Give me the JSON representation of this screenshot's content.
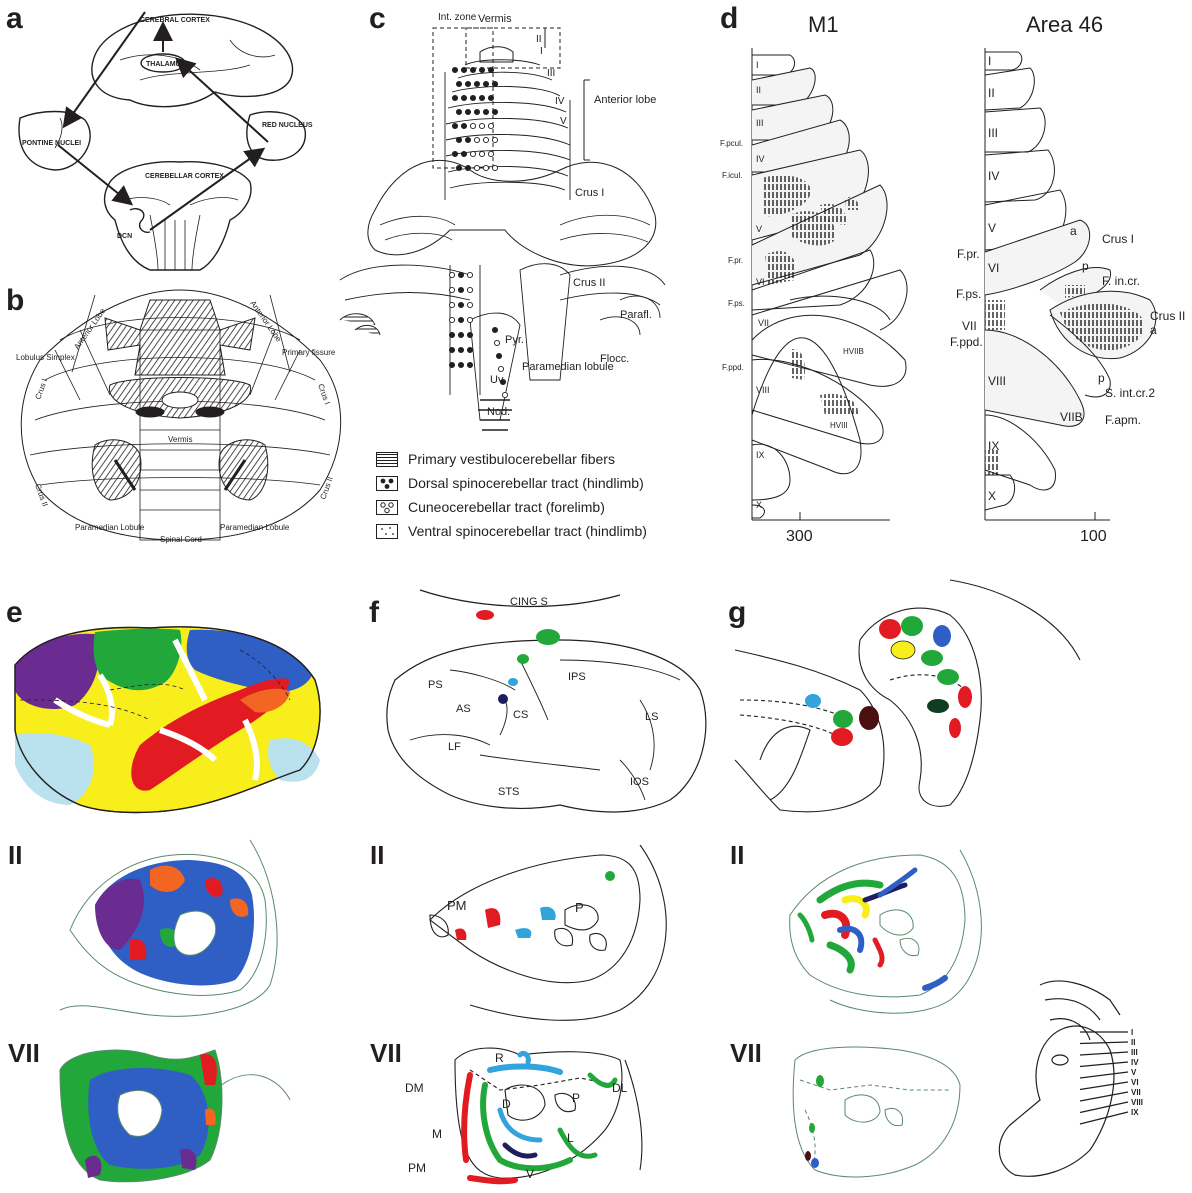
{
  "panel_letters": [
    "a",
    "b",
    "c",
    "d",
    "e",
    "f",
    "g"
  ],
  "row_labels": {
    "f_II": "II",
    "f_VII": "VII",
    "e_II": "II",
    "e_VII": "VII",
    "g_II": "II",
    "g_VII": "VII"
  },
  "panel_a": {
    "cortex": "CEREBRAL CORTEX",
    "thalamus": "THALAMUS",
    "pontine": "PONTINE NUCLEI",
    "red": "RED NUCLEUS",
    "cerebellar": "CEREBELLAR CORTEX",
    "dcn": "DCN"
  },
  "panel_b": {
    "anterior_left": "Anterior Lobe",
    "anterior_right": "Anterior Lobe",
    "lobulus": "Lobulus Simplex",
    "primary": "Primary fissure",
    "crus1_left": "Crus I",
    "crus1_right": "Crus I",
    "crus2_left": "Crus II",
    "crus2_right": "Crus II",
    "vermis": "Vermis",
    "para_left": "Paramedian Lobule",
    "para_right": "Paramedian Lobule",
    "spinal": "Spinal Cord"
  },
  "panel_c": {
    "int_zone": "Int. zone",
    "vermis": "Vermis",
    "I": "I",
    "II": "II",
    "III": "III",
    "IV": "IV",
    "V": "V",
    "anterior": "Anterior lobe",
    "crus1": "Crus I",
    "crus2": "Crus II",
    "parafl": "Parafl.",
    "flocc": "Flocc.",
    "paramedian": "Paramedian lobule",
    "pyr": "Pyr.",
    "uv": "Uv.",
    "nod": "Nod."
  },
  "legend": [
    {
      "label": "Primary vestibulocerebellar fibers",
      "pattern": "lines"
    },
    {
      "label": "Dorsal spinocerebellar tract (hindlimb)",
      "pattern": "dots-filled"
    },
    {
      "label": "Cuneocerebellar tract (forelimb)",
      "pattern": "dots-open"
    },
    {
      "label": "Ventral spinocerebellar tract (hindlimb)",
      "pattern": "dots-small"
    }
  ],
  "panel_d": {
    "m1_title": "M1",
    "area46_title": "Area 46",
    "m1_axis": "300",
    "area46_axis": "100",
    "m1_lobules": [
      "I",
      "II",
      "III",
      "IV",
      "V",
      "VI",
      "VII",
      "VIII",
      "IX",
      "X"
    ],
    "m1_fissures": [
      "F.pcul.",
      "F.icul.",
      "F.pr.",
      "F.ps.",
      "F.ppd."
    ],
    "m1_labels": {
      "hviib": "HVIIB",
      "hviii": "HVIII"
    },
    "a46_lobules": [
      "I",
      "II",
      "III",
      "IV",
      "V",
      "VI",
      "VII",
      "VIII",
      "IX",
      "X"
    ],
    "a46_fissures": [
      "F.pr.",
      "F.ps.",
      "F.ppd."
    ],
    "a46_labels": {
      "a1": "a",
      "crus1": "Crus I",
      "p1": "p",
      "finc": "F. in.cr.",
      "crus2": "Crus II",
      "a2": "a",
      "p2": "p",
      "sint": "S. int.cr.2",
      "viib": "VIIB",
      "fapm": "F.apm."
    }
  },
  "panel_f": {
    "cing": "CING S",
    "ps": "PS",
    "ips": "IPS",
    "as": "AS",
    "cs": "CS",
    "ls": "LS",
    "lf": "LF",
    "sts": "STS",
    "ios": "IOS",
    "pm": "PM",
    "p": "P",
    "dm": "DM",
    "dl": "DL",
    "r": "R",
    "d": "D",
    "m": "M",
    "pm2": "PM",
    "v": "V",
    "l": "L",
    "p2": "P"
  },
  "inset_lobules": [
    "I",
    "II",
    "III",
    "IV",
    "V",
    "VI",
    "VII",
    "VIII",
    "IX"
  ],
  "colors": {
    "red": "#e21b23",
    "green": "#22a83a",
    "blue": "#2f5fc4",
    "purple": "#6a2c91",
    "yellow": "#f7ee1c",
    "lightblue": "#b9e2ee",
    "orange": "#f26522",
    "darkred": "#4a1010",
    "skyblue": "#33a3dc",
    "navy": "#1c1e5e",
    "darkgreen": "#0f3d21"
  }
}
